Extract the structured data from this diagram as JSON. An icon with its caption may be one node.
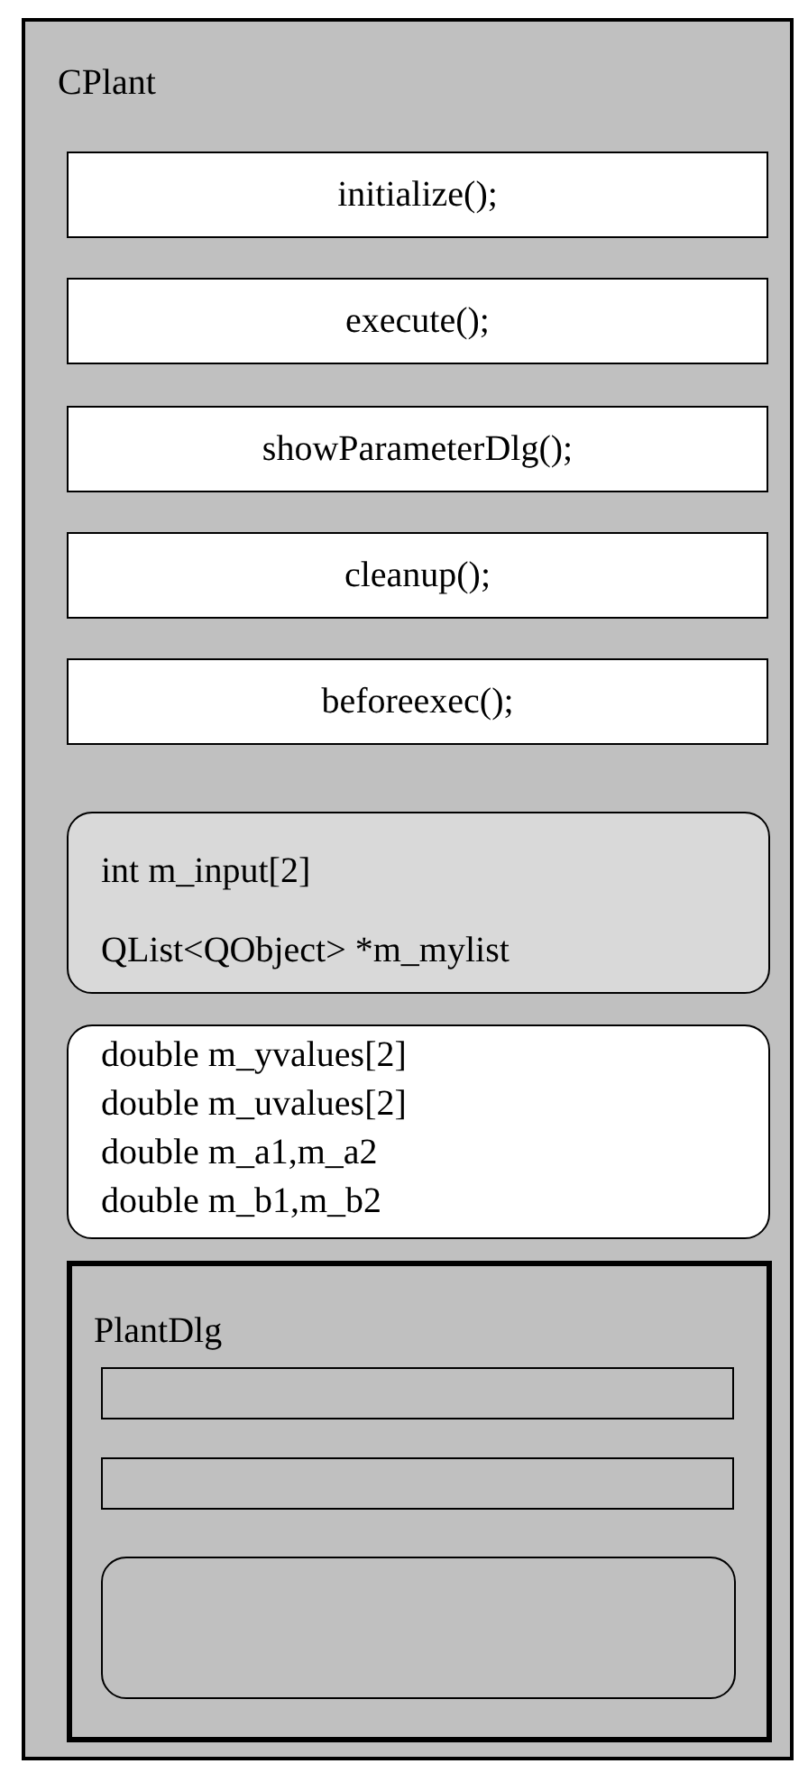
{
  "diagram": {
    "nodes": [
      {
        "text": [
          "CPlant"
        ]
      },
      {
        "text": [
          "initialize();"
        ],
        "in": 0
      },
      {
        "text": [
          "execute();"
        ],
        "in": 0
      },
      {
        "text": [
          "showParameterDlg();"
        ],
        "in": 0
      },
      {
        "text": [
          "cleanup();"
        ],
        "in": 0
      },
      {
        "text": [
          "beforeexec();"
        ],
        "in": 0
      },
      {
        "text": [
          "int m_input[2]",
          "QList<QObject> *m_mylist"
        ],
        "in": 0
      },
      {
        "text": [
          "double m_yvalues[2]",
          "double m_uvalues[2]",
          "double m_a1,m_a2",
          "double m_b1,m_b2"
        ],
        "in": 0
      },
      {
        "text": [
          "PlantDlg"
        ],
        "in": 0
      },
      {
        "text": [],
        "shape": "box",
        "in": 8
      },
      {
        "text": [],
        "shape": "box",
        "in": 8
      },
      {
        "text": [],
        "shape": "box",
        "in": 8
      }
    ]
  }
}
